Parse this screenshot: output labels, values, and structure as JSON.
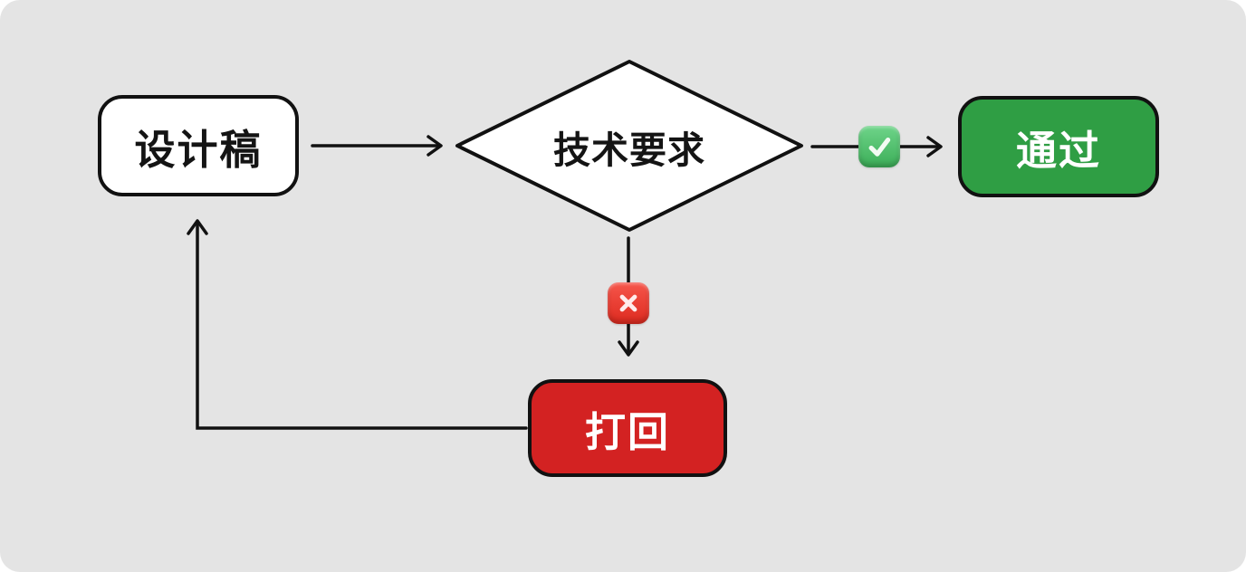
{
  "page": {
    "background": "#ffffff",
    "canvas_background": "#e4e4e4",
    "stroke_color": "#111111"
  },
  "diagram": {
    "type": "flowchart",
    "direction": "left-to-right",
    "nodes": {
      "design": {
        "label": "设计稿",
        "shape": "rounded-rect",
        "fill": "#ffffff",
        "text_color": "#141414"
      },
      "decision": {
        "label": "技术要求",
        "shape": "diamond",
        "fill": "#ffffff",
        "text_color": "#141414"
      },
      "pass": {
        "label": "通过",
        "shape": "rounded-rect",
        "fill": "#2f9e44",
        "text_color": "#ffffff"
      },
      "reject": {
        "label": "打回",
        "shape": "rounded-rect",
        "fill": "#d32222",
        "text_color": "#ffffff"
      }
    },
    "edges": [
      {
        "from": "design",
        "to": "decision",
        "badge": null
      },
      {
        "from": "decision",
        "to": "pass",
        "badge": "check"
      },
      {
        "from": "decision",
        "to": "reject",
        "badge": "cross"
      },
      {
        "from": "reject",
        "to": "design",
        "badge": null
      }
    ],
    "badges": {
      "check": {
        "meaning": "approved",
        "glyph": "✓",
        "fill_top": "#6ed489",
        "fill_bottom": "#3cae58",
        "glyph_color": "#f2fbf3"
      },
      "cross": {
        "meaning": "rejected",
        "glyph": "✕",
        "fill_top": "#f6564b",
        "fill_bottom": "#dd2a1f",
        "glyph_color": "#ffecec"
      }
    }
  }
}
